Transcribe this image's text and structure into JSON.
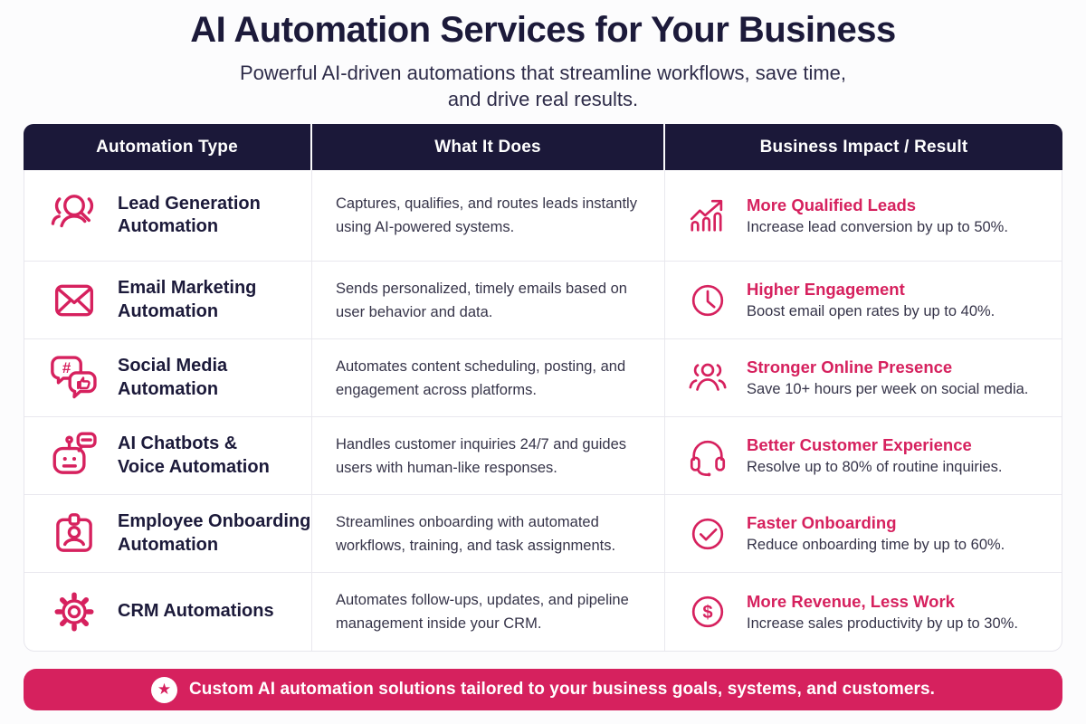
{
  "header": {
    "title": "AI Automation Services for Your Business",
    "subtitle_line1": "Powerful AI-driven automations that streamline workflows, save time,",
    "subtitle_line2": "and drive real results."
  },
  "table": {
    "columns": [
      "Automation Type",
      "What It Does",
      "Business Impact / Result"
    ],
    "rows": [
      {
        "type": "Lead Generation\nAutomation",
        "type_icon": "person-search-icon",
        "does": "Captures, qualifies, and routes leads instantly using AI-powered systems.",
        "impact_icon": "growth-chart-icon",
        "impact_title": "More Qualified Leads",
        "impact_desc": "Increase lead conversion by up to 50%."
      },
      {
        "type": "Email Marketing\nAutomation",
        "type_icon": "envelope-icon",
        "does": "Sends personalized, timely emails based on user behavior and data.",
        "impact_icon": "clock-icon",
        "impact_title": "Higher Engagement",
        "impact_desc": "Boost email open rates by up to 40%."
      },
      {
        "type": "Social Media\nAutomation",
        "type_icon": "chat-bubbles-icon",
        "does": "Automates content scheduling, posting, and engagement across platforms.",
        "impact_icon": "people-group-icon",
        "impact_title": "Stronger Online Presence",
        "impact_desc": "Save 10+ hours per week on social media."
      },
      {
        "type": "AI Chatbots &\nVoice Automation",
        "type_icon": "robot-icon",
        "does": "Handles customer inquiries 24/7 and guides users with human-like responses.",
        "impact_icon": "headset-icon",
        "impact_title": "Better Customer Experience",
        "impact_desc": "Resolve up to 80% of routine inquiries."
      },
      {
        "type": "Employee Onboarding\nAutomation",
        "type_icon": "id-badge-icon",
        "does": "Streamlines onboarding with automated workflows, training, and task assignments.",
        "impact_icon": "check-circle-icon",
        "impact_title": "Faster Onboarding",
        "impact_desc": "Reduce onboarding time by up to 60%."
      },
      {
        "type": "CRM Automations",
        "type_icon": "gear-icon",
        "does": "Automates follow-ups, updates, and pipeline management inside your CRM.",
        "impact_icon": "dollar-circle-icon",
        "impact_title": "More Revenue, Less Work",
        "impact_desc": "Increase sales productivity by up to 30%."
      }
    ]
  },
  "banner": {
    "icon": "star-icon",
    "text": "Custom AI automation solutions tailored to your business goals, systems, and customers."
  },
  "colors": {
    "accent": "#D6215E",
    "header_bg": "#1B1839",
    "heading_text": "#1C1A3A",
    "body_text": "#363449"
  }
}
